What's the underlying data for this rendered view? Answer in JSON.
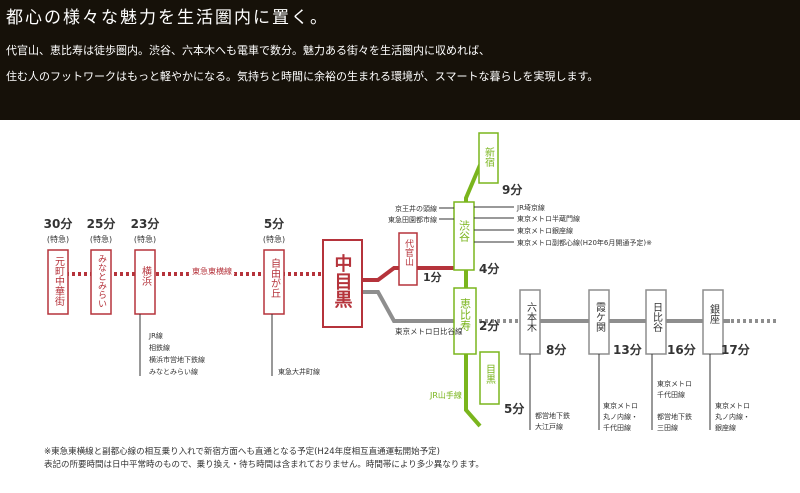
{
  "header": {
    "title": "都心の様々な魅力を生活圏内に置く。",
    "lead_line1": "代官山、恵比寿は徒歩圏内。渋谷、六本木へも電車で数分。魅力ある街々を生活圏内に収めれば、",
    "lead_line2": "住む人のフットワークはもっと軽やかになる。気持ちと時間に余裕の生まれる環境が、スマートな暮らしを実現します。"
  },
  "colors": {
    "header_bg": "#161109",
    "tokyu": "#b5333b",
    "jr_yamanote": "#7ab51d",
    "metro_hibiya": "#8e8e8e",
    "ink": "#333333"
  },
  "origin": {
    "label": "中目黒"
  },
  "tokyu_line": {
    "label": "東急東横線",
    "stations": [
      {
        "name": "元町中華街",
        "time": "30分",
        "express": "(特急)"
      },
      {
        "name": "みなとみらい",
        "time": "25分",
        "express": "(特急)"
      },
      {
        "name": "横浜",
        "time": "23分",
        "express": "(特急)",
        "transfers": [
          "JR線",
          "相鉄線",
          "横浜市営地下鉄線",
          "みなとみらい線"
        ]
      },
      {
        "name": "自由が丘",
        "time": "5分",
        "express": "(特急)",
        "transfers": [
          "東急大井町線"
        ]
      }
    ]
  },
  "daikanyama": {
    "name": "代官山",
    "time": "1分"
  },
  "shibuya": {
    "name": "渋谷",
    "time": "4分",
    "left_lines": [
      "京王井の頭線",
      "東急田園都市線"
    ],
    "right_lines": [
      "JR埼京線",
      "東京メトロ半蔵門線",
      "東京メトロ銀座線",
      "東京メトロ副都心線(H20年6月開通予定)※"
    ]
  },
  "shinjuku": {
    "name": "新宿",
    "time": "9分"
  },
  "ebisu": {
    "name": "恵比寿",
    "time": "2分"
  },
  "meguro": {
    "name": "目黒",
    "time": "5分"
  },
  "jr_label": "JR山手線",
  "hibiya_line": {
    "label": "東京メトロ日比谷線",
    "stations": [
      {
        "name": "六本木",
        "time": "8分",
        "transfers": [
          "都営地下鉄",
          "大江戸線"
        ]
      },
      {
        "name": "霞ケ関",
        "time": "13分",
        "transfers": [
          "東京メトロ",
          "丸ノ内線・",
          "千代田線"
        ]
      },
      {
        "name": "日比谷",
        "time": "16分",
        "transfers": [
          "東京メトロ",
          "千代田線",
          "都営地下鉄",
          "三田線"
        ]
      },
      {
        "name": "銀座",
        "time": "17分",
        "transfers": [
          "東京メトロ",
          "丸ノ内線・",
          "銀座線"
        ]
      }
    ]
  },
  "notes": [
    "※東急東横線と副都心線の相互乗り入れで新宿方面へも直通となる予定(H24年度相互直通運転開始予定)",
    "表記の所要時間は日中平常時のもので、乗り換え・待ち時間は含まれておりません。時間帯により多少異なります。"
  ]
}
